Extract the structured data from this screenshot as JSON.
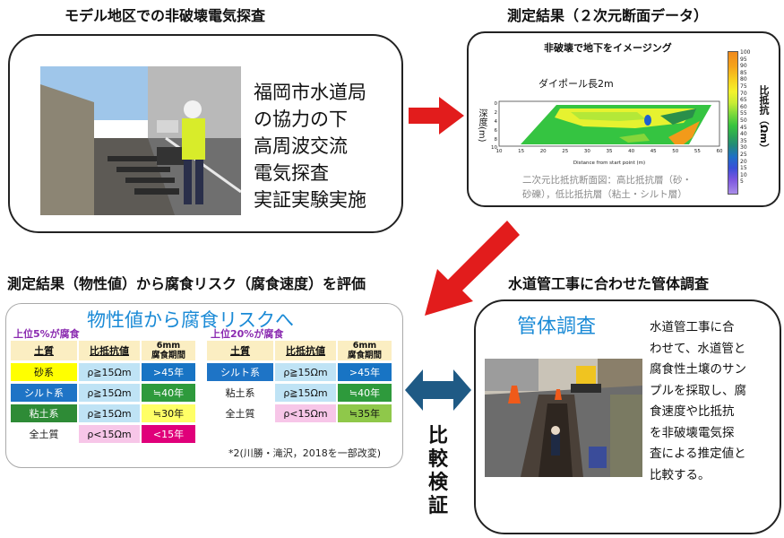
{
  "top_left": {
    "title": "モデル地区での非破壊電気探査",
    "text_lines": [
      "福岡市水道局",
      "の協力の下",
      "高周波交流",
      "電気探査",
      "実証実験実施"
    ]
  },
  "top_right": {
    "title": "測定結果（２次元断面データ）",
    "chart_title": "非破壊で地下をイメージング",
    "dipole": "ダイポール長2m",
    "y_axis_label": "深度(m)",
    "x_axis_label": "Distance from start point (m)",
    "colorbar_label": "比抵抗（Ωm）",
    "colorbar_ticks": [
      "100",
      "95",
      "90",
      "85",
      "80",
      "75",
      "70",
      "65",
      "60",
      "55",
      "50",
      "45",
      "40",
      "35",
      "30",
      "25",
      "20",
      "15",
      "10",
      "5"
    ],
    "caption_lines": [
      "二次元比抵抗断面図：高比抵抗層（砂・",
      "砂礫），低比抵抗層（粘土・シルト層）"
    ]
  },
  "chart_data": {
    "type": "heatmap",
    "title": "非破壊で地下をイメージング",
    "xlabel": "Distance from start point (m)",
    "ylabel": "深度(m)",
    "x_ticks": [
      10,
      15,
      20,
      25,
      30,
      35,
      40,
      45,
      50,
      55,
      60
    ],
    "y_ticks": [
      0,
      2,
      4,
      6,
      8,
      10
    ],
    "xlim": [
      10,
      60
    ],
    "ylim": [
      0,
      10
    ],
    "colorbar_range": [
      5,
      100
    ]
  },
  "bottom_left": {
    "title": "測定結果（物性値）から腐食リスク（腐食速度）を評価",
    "panel_title": "物性値から腐食リスクへ",
    "sub_left": "上位5%が腐食",
    "sub_right": "上位20%が腐食",
    "headers": [
      "土質",
      "比抵抗値",
      "6mm",
      "腐食期間"
    ],
    "left_rows": [
      [
        "砂系",
        "ρ≧15Ωm",
        ">45年"
      ],
      [
        "シルト系",
        "ρ≧15Ωm",
        "≒40年"
      ],
      [
        "粘土系",
        "ρ≧15Ωm",
        "≒30年"
      ],
      [
        "全土質",
        "ρ<15Ωm",
        "<15年"
      ]
    ],
    "right_rows": [
      [
        "シルト系",
        "ρ≧15Ωm",
        ">45年"
      ],
      [
        "粘土系",
        "ρ≧15Ωm",
        "≒40年"
      ],
      [
        "全土質",
        "ρ<15Ωm",
        "≒35年"
      ]
    ],
    "note": "*2(川勝・滝沢，2018を一部改変)"
  },
  "bottom_right": {
    "title": "水道管工事に合わせた管体調査",
    "panel_title": "管体調査",
    "text_lines": [
      "水道管工事に合",
      "わせて、水道管と",
      "腐食性土壌のサン",
      "プルを採取し、腐",
      "食速度や比抵抗",
      "を非破壊電気探",
      "査による推定値と",
      "比較する。"
    ]
  },
  "compare_label": [
    "比",
    "較",
    "検",
    "証"
  ],
  "colors": {
    "red_arrow": "#e21c1c",
    "blue_arrow": "#1f5a85",
    "panel_title_blue": "#1a8ad6",
    "sub_purple": "#8a2ab0"
  }
}
